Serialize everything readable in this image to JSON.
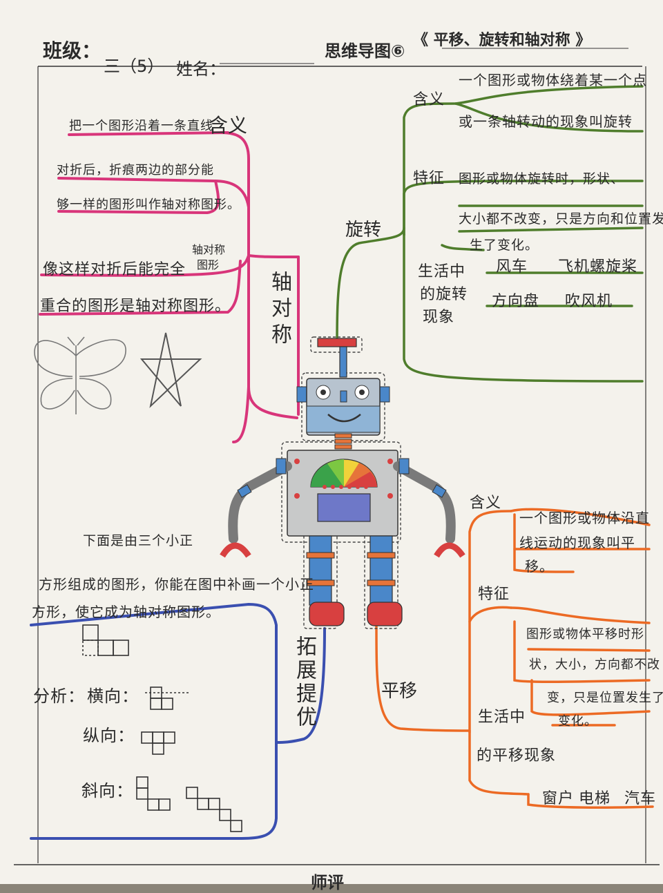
{
  "header": {
    "class_label": "班级：",
    "class_value": "三（5）",
    "name_label": "姓名：",
    "map_label": "思维导图⑥",
    "map_title": "《 平移、旋转和轴对称 》"
  },
  "axis_symmetry": {
    "topic": "轴对称",
    "meaning_label": "含义",
    "meaning_lines": [
      "把一个图形沿着一条直线",
      "对折后，折痕两边的部分能",
      "够一样的图形叫作轴对称图形。"
    ],
    "figure_label_line1": "轴对称",
    "figure_label_line2": "图形",
    "figure_lines": [
      "像这样对折后能完全",
      "重合的图形是轴对称图形。"
    ]
  },
  "rotation": {
    "topic": "旋转",
    "meaning_label": "含义",
    "meaning_lines": [
      "一个图形或物体绕着某一个点",
      "或一条轴转动的现象叫旋转"
    ],
    "feature_label": "特征",
    "feature_lines": [
      "图形或物体旋转时，形状、",
      "大小都不改变，只是方向和位置发",
      "生了变化。"
    ],
    "life_label_lines": [
      "生活中",
      "的旋转",
      "现象"
    ],
    "examples": [
      "风车",
      "飞机螺旋桨",
      "方向盘",
      "吹风机"
    ]
  },
  "translation": {
    "topic": "平移",
    "meaning_label": "含义",
    "meaning_lines": [
      "一个图形或物体沿直",
      "线运动的现象叫平",
      "移。"
    ],
    "feature_label": "特征",
    "feature_lines": [
      "图形或物体平移时形",
      "状，大小，方向都不改",
      "变，只是位置发生了",
      "变化。"
    ],
    "life_label_lines": [
      "生活中",
      "的平移现象"
    ],
    "examples": [
      "窗户",
      "电梯",
      "汽车"
    ]
  },
  "extension": {
    "topic": "拓展提优",
    "question_lines": [
      "下面是由三个小正",
      "方形组成的图形，你能在图中补画一个小正",
      "方形，使它成为轴对称图形。"
    ],
    "analysis_label": "分析：",
    "horizontal_label": "横向：",
    "vertical_label": "纵向：",
    "diagonal_label": "斜向："
  },
  "footer": {
    "label": "师评"
  },
  "colors": {
    "pink": "#d8357a",
    "green": "#4f7d2c",
    "orange": "#ec6a24",
    "blue": "#3a4fb0"
  }
}
